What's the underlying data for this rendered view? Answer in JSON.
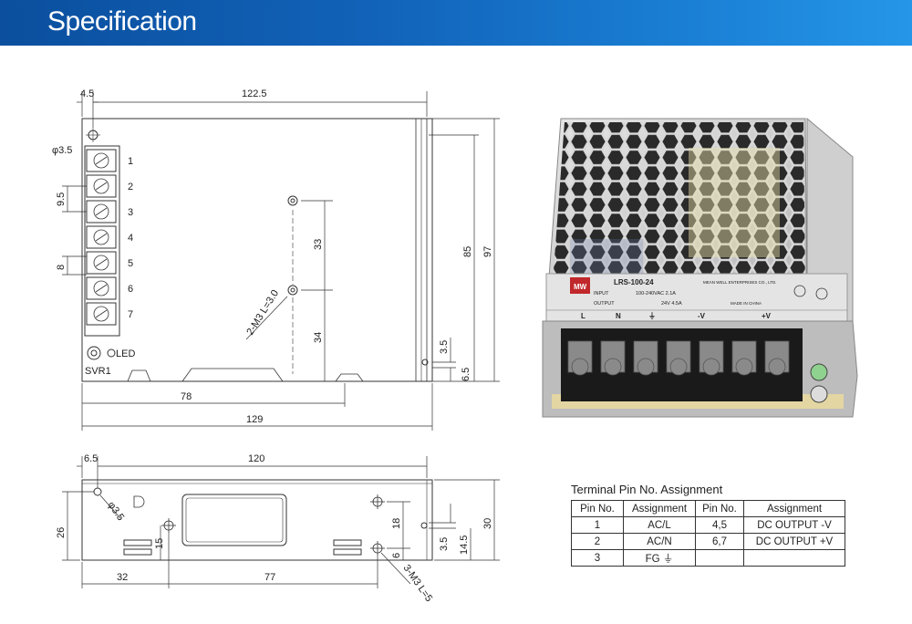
{
  "header": {
    "title": "Specification"
  },
  "front_view": {
    "dimensions": {
      "left_offset": "4.5",
      "top_width": "122.5",
      "hole_dia": "φ3.5",
      "pitch": "9.5",
      "gap": "8",
      "screw": "2-M3 L=3.0",
      "d33": "33",
      "d34": "34",
      "h85": "85",
      "h97": "97",
      "d35": "3.5",
      "d65": "6.5",
      "w78": "78",
      "w129": "129"
    },
    "terminals": [
      "1",
      "2",
      "3",
      "4",
      "5",
      "6",
      "7"
    ],
    "led_label": "LED",
    "svr_label": "SVR1"
  },
  "side_view": {
    "dimensions": {
      "left_offset": "6.5",
      "top_width": "120",
      "hole_dia": "φ3.5",
      "h26": "26",
      "d15": "15",
      "d18": "18",
      "d6": "6",
      "d35": "3.5",
      "d145": "14.5",
      "h30": "30",
      "w32": "32",
      "w77": "77",
      "screw": "3-M3 L=5"
    }
  },
  "photo": {
    "model": "LRS-100-24",
    "brand": "MEAN WELL ENTERPRISES CO., LTD.",
    "input_label": "INPUT",
    "input_value": "100-240VAC  2.1A",
    "output_label": "OUTPUT",
    "output_value": "24V  4.5A",
    "terminal_labels": [
      "L",
      "N",
      "⏚",
      "-V",
      "+V"
    ],
    "made_in": "MADE IN CHINA"
  },
  "pin_table": {
    "caption": "Terminal Pin No.  Assignment",
    "headers": [
      "Pin No.",
      "Assignment",
      "Pin No.",
      "Assignment"
    ],
    "rows": [
      [
        "1",
        "AC/L",
        "4,5",
        "DC OUTPUT -V"
      ],
      [
        "2",
        "AC/N",
        "6,7",
        "DC OUTPUT +V"
      ],
      [
        "3",
        "FG ⏚",
        "",
        ""
      ]
    ]
  }
}
